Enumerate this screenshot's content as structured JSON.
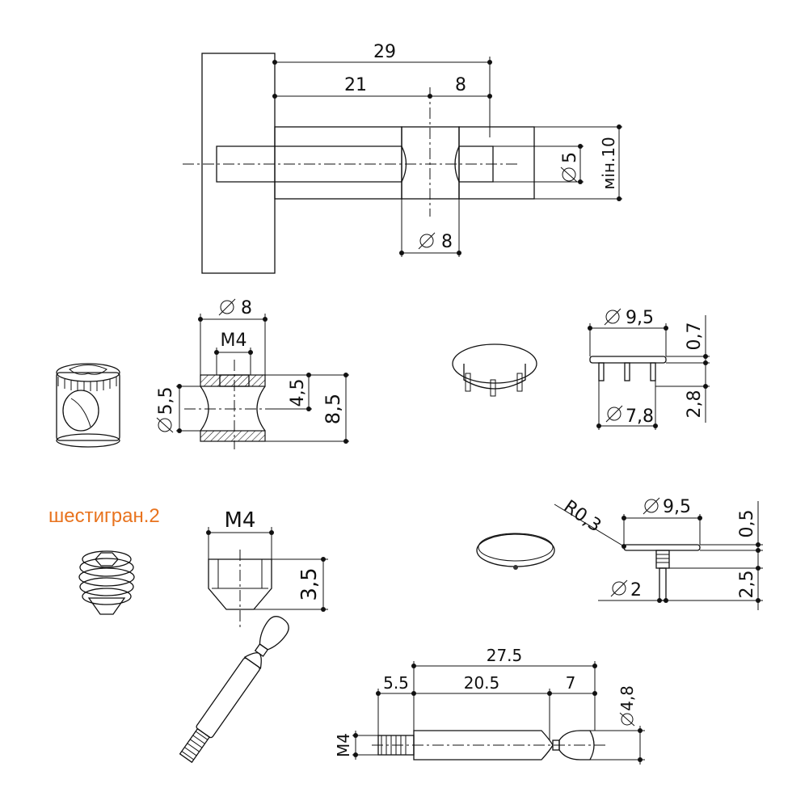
{
  "colors": {
    "line": "#111111",
    "accent": "#e8731e",
    "part_fill": "#e6e6e6"
  },
  "drawing1": {
    "dim_total": "29",
    "dim_left": "21",
    "dim_right": "8",
    "dim_hole": "5",
    "dim_thickness": "мін.10",
    "dim_bore": "8"
  },
  "drawing2": {
    "dim_outer": "8",
    "dim_thread": "M4",
    "dim_waist": "5,5",
    "dim_height_upper": "4,5",
    "dim_height_total": "8,5"
  },
  "drawing3": {
    "dim_cap_diameter": "9,5",
    "dim_cap_thickness": "0,7",
    "dim_leg_diameter": "7,8",
    "dim_leg_height": "2,8"
  },
  "drawing4": {
    "label": "шестигран.2",
    "dim_thread": "M4",
    "dim_height": "3,5"
  },
  "drawing5": {
    "dim_radius": "R0,3",
    "dim_cap_diameter": "9,5",
    "dim_cap_thickness": "0,5",
    "dim_pin_diameter": "2",
    "dim_pin_height": "2,5"
  },
  "drawing6": {
    "dim_total": "27.5",
    "dim_thread_len": "5.5",
    "dim_shank": "20.5",
    "dim_head": "7",
    "dim_thread": "M4",
    "dim_head_diameter": "4,8"
  }
}
